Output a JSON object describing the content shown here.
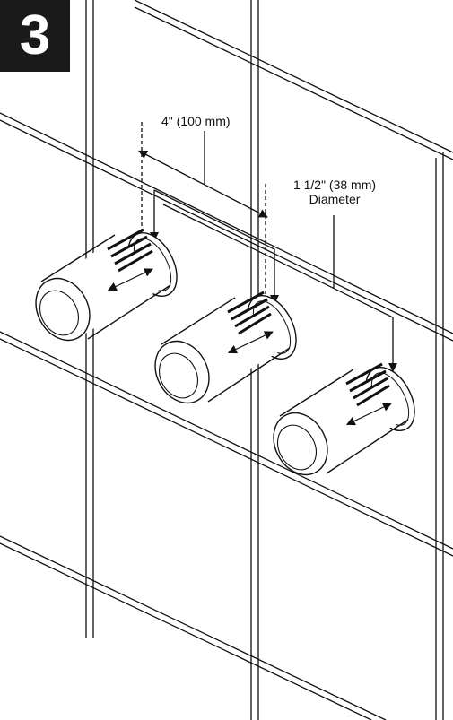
{
  "step": {
    "number": "3"
  },
  "labels": {
    "spacing": "4\" (100 mm)",
    "diameter_value": "1 1/2\" (38 mm)",
    "diameter_word": "Diameter"
  },
  "colors": {
    "ink": "#111111",
    "badge": "#1a1a1a",
    "background": "#ffffff"
  }
}
